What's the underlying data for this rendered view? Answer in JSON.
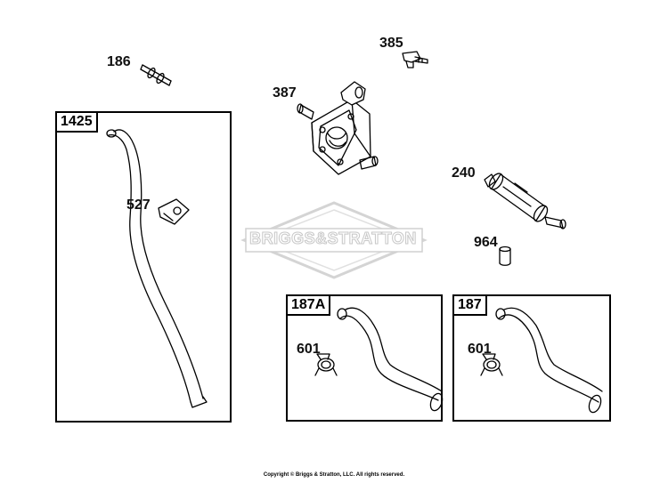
{
  "callouts": {
    "c186": "186",
    "c385": "385",
    "c387": "387",
    "c240": "240",
    "c527": "527",
    "c964": "964",
    "c601a": "601",
    "c601b": "601"
  },
  "boxes": {
    "b1425": "1425",
    "b187a": "187A",
    "b187": "187"
  },
  "watermark": "BRIGGS&STRATTON",
  "copyright": "Copyright © Briggs & Stratton, LLC. All rights reserved."
}
